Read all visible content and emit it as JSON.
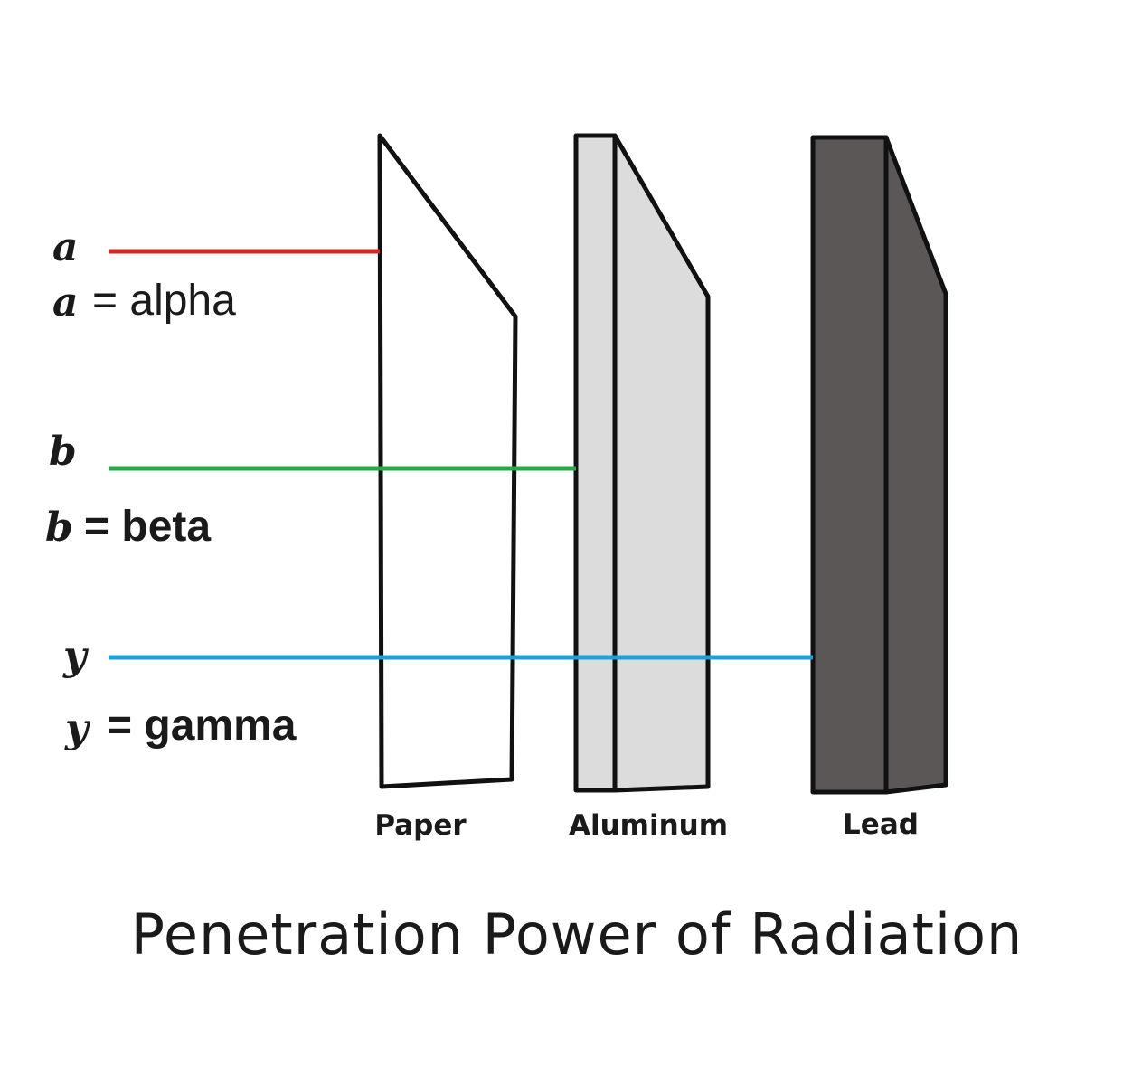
{
  "title": "Penetration Power of Radiation",
  "rays": [
    {
      "id": "alpha",
      "symbol": "a",
      "legend_symbol": "a",
      "legend_text": "= alpha",
      "color": "#cc2a24",
      "stops_at": "Paper"
    },
    {
      "id": "beta",
      "symbol": "b",
      "legend_symbol": "b",
      "legend_text": "= beta",
      "color": "#2ca449",
      "stops_at": "Aluminum"
    },
    {
      "id": "gamma",
      "symbol": "y",
      "legend_symbol": "y",
      "legend_text": "= gamma",
      "color": "#1e9fd6",
      "stops_at": "Lead"
    }
  ],
  "barriers": [
    {
      "id": "paper",
      "label": "Paper",
      "fill": "#ffffff"
    },
    {
      "id": "aluminum",
      "label": "Aluminum",
      "fill": "#dcdcdc"
    },
    {
      "id": "lead",
      "label": "Lead",
      "fill": "#5a5756"
    }
  ]
}
